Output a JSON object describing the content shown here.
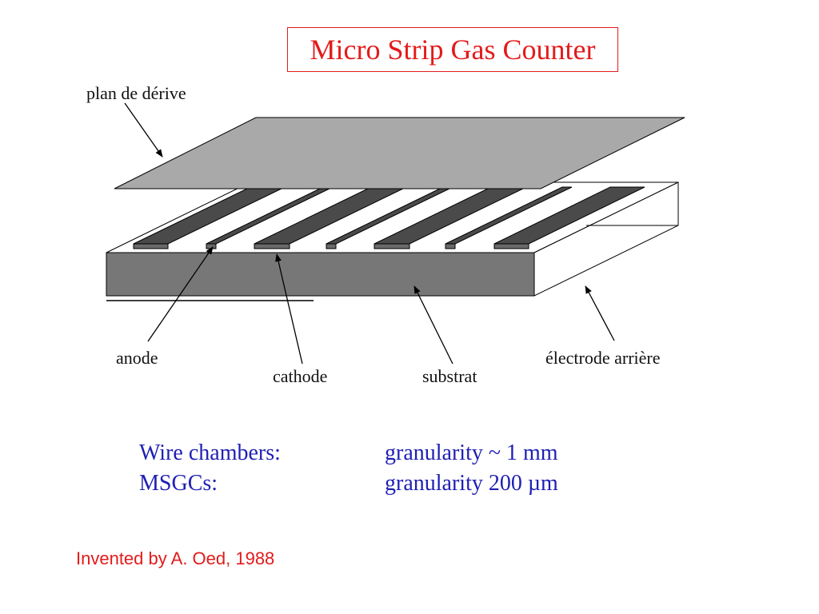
{
  "slide": {
    "title": "Micro Strip Gas Counter"
  },
  "diagram": {
    "labels": {
      "drift_plane": "plan de dérive",
      "anode": "anode",
      "cathode": "cathode",
      "substrate": "substrat",
      "back_electrode": "électrode arrière"
    },
    "colors": {
      "drift_plane": "#a9a9a9",
      "substrate": "#777777",
      "strips": "#4a4a4a",
      "outline": "#000000"
    }
  },
  "comparison": {
    "rows": [
      {
        "term": "Wire chambers:",
        "value": "granularity ~ 1 mm"
      },
      {
        "term": "MSGCs:",
        "value": "granularity 200 µm"
      }
    ]
  },
  "footer": {
    "credit": "Invented by A. Oed, 1988"
  }
}
